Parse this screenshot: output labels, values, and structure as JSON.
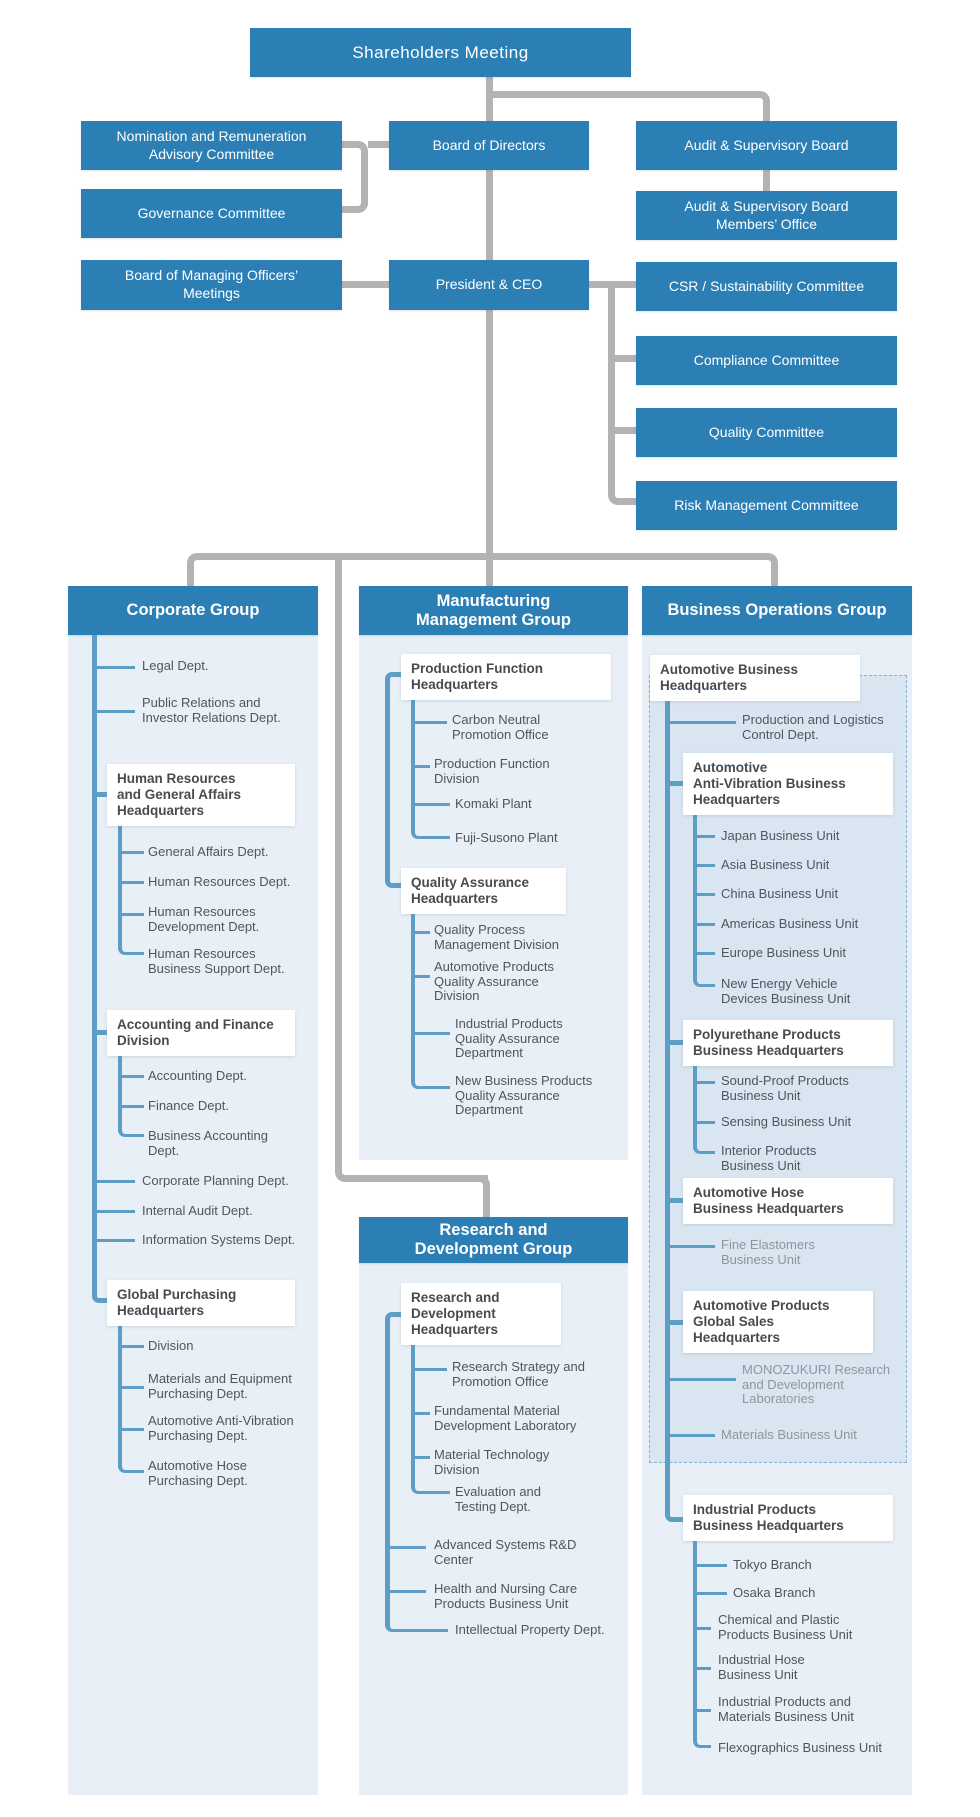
{
  "colors": {
    "box_blue": "#2c7fb5",
    "panel_bg": "#e8eff6",
    "dashed_region_bg": "#d9e6f1",
    "tree_line_blue": "#5e9dc6",
    "connector_gray": "#b3b3b3"
  },
  "top": {
    "shareholders_meeting": "Shareholders Meeting",
    "nomination_committee": "Nomination and Remuneration\nAdvisory Committee",
    "board_of_directors": "Board of Directors",
    "audit_supervisory_board": "Audit & Supervisory Board",
    "governance_committee": "Governance Committee",
    "audit_members_office": "Audit & Supervisory Board\nMembers’ Office",
    "managing_officers_meetings": "Board of Managing Officers’\nMeetings",
    "president_ceo": "President & CEO",
    "csr_committee": "CSR / Sustainability Committee",
    "compliance_committee": "Compliance Committee",
    "quality_committee": "Quality Committee",
    "risk_committee": "Risk Management Committee"
  },
  "corporate": {
    "title": "Corporate Group",
    "legal": "Legal Dept.",
    "public_relations": "Public Relations and\nInvestor Relations Dept.",
    "hr_ga_hq": "Human Resources\nand General Affairs\nHeadquarters",
    "general_affairs": "General Affairs Dept.",
    "human_resources": "Human Resources Dept.",
    "hr_development": "Human Resources\nDevelopment Dept.",
    "hr_business_support": "Human Resources\nBusiness Support Dept.",
    "accounting_finance_div": "Accounting and Finance\nDivision",
    "accounting": "Accounting Dept.",
    "finance": "Finance Dept.",
    "business_accounting": "Business Accounting\nDept.",
    "corporate_planning": "Corporate Planning Dept.",
    "internal_audit": "Internal Audit Dept.",
    "information_systems": "Information Systems Dept.",
    "global_purchasing_hq": "Global Purchasing\nHeadquarters",
    "division": "Division",
    "materials_equipment_purch": "Materials and Equipment\nPurchasing Dept.",
    "auto_antivibration_purch": "Automotive Anti-Vibration\nPurchasing Dept.",
    "auto_hose_purch": "Automotive Hose\nPurchasing Dept."
  },
  "manufacturing": {
    "title": "Manufacturing\nManagement Group",
    "production_function_hq": "Production Function\nHeadquarters",
    "carbon_neutral": "Carbon Neutral\nPromotion Office",
    "production_function_div": "Production Function\nDivision",
    "komaki_plant": "Komaki Plant",
    "fuji_susono_plant": "Fuji-Susono Plant",
    "quality_assurance_hq": "Quality Assurance\nHeadquarters",
    "quality_process": "Quality Process\nManagement Division",
    "auto_products_qa": "Automotive Products\nQuality Assurance\nDivision",
    "industrial_products_qa": "Industrial Products\nQuality Assurance\nDepartment",
    "new_business_qa": "New Business Products\nQuality Assurance\nDepartment"
  },
  "rd": {
    "title": "Research and\nDevelopment Group",
    "rd_hq": "Research and\nDevelopment\nHeadquarters",
    "research_strategy": "Research Strategy and\nPromotion Office",
    "fundamental_material": "Fundamental Material\nDevelopment Laboratory",
    "material_technology": "Material Technology\nDivision",
    "evaluation_testing": "Evaluation and\nTesting Dept.",
    "advanced_systems": "Advanced Systems R&D\nCenter",
    "health_nursing": "Health and Nursing Care\nProducts Business Unit",
    "intellectual_property": "Intellectual Property Dept."
  },
  "business_ops": {
    "title": "Business Operations Group",
    "auto_business_hq": "Automotive Business\nHeadquarters",
    "production_logistics": "Production and Logistics\nControl Dept.",
    "aav_hq": "Automotive\nAnti-Vibration Business\nHeadquarters",
    "japan_bu": "Japan Business Unit",
    "asia_bu": "Asia Business Unit",
    "china_bu": "China Business Unit",
    "americas_bu": "Americas Business Unit",
    "europe_bu": "Europe Business Unit",
    "nev_bu": "New Energy Vehicle\nDevices Business Unit",
    "polyurethane_hq": "Polyurethane Products\nBusiness Headquarters",
    "soundproof_bu": "Sound-Proof Products\nBusiness Unit",
    "sensing_bu": "Sensing Business Unit",
    "interior_bu": "Interior Products\nBusiness Unit",
    "auto_hose_hq": "Automotive Hose\nBusiness Headquarters",
    "fine_elastomers_bu": "Fine Elastomers\nBusiness Unit",
    "global_sales_hq": "Automotive Products\nGlobal Sales\nHeadquarters",
    "monozukuri": "MONOZUKURI Research\nand Development\nLaboratories",
    "materials_bu": "Materials Business Unit",
    "industrial_products_hq": "Industrial Products\nBusiness Headquarters",
    "tokyo_branch": "Tokyo Branch",
    "osaka_branch": "Osaka Branch",
    "chemical_plastic_bu": "Chemical and Plastic\nProducts Business Unit",
    "industrial_hose_bu": "Industrial Hose\nBusiness Unit",
    "industrial_materials_bu": "Industrial Products and\nMaterials Business Unit",
    "flexographics_bu": "Flexographics Business Unit"
  }
}
